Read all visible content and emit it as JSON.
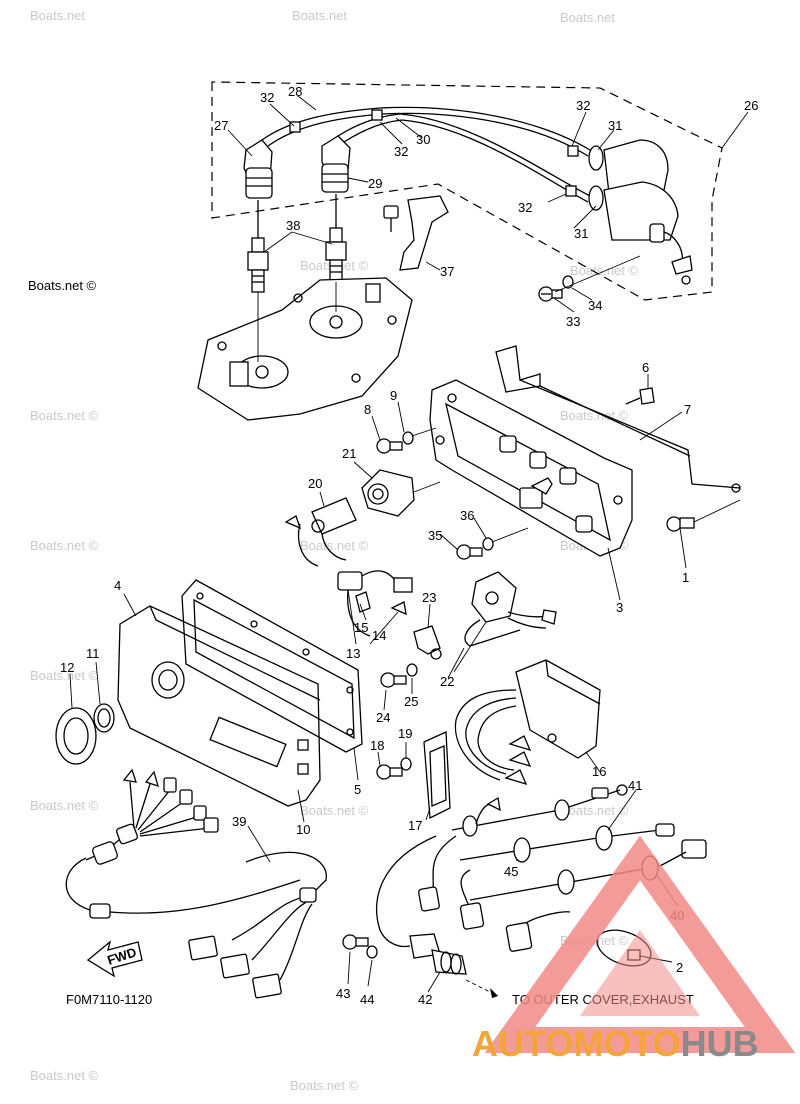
{
  "watermarks": [
    "Boats.net",
    "Boats.net",
    "Boats.net",
    "Boats.net ©",
    "Boats.net ©",
    "Boats.net ©",
    "Boats.net ©",
    "Boats.net ©",
    "Boats.net ©",
    "Boats.net ©",
    "Boats.net ©",
    "Boats.net ©",
    "Boats.net ©",
    "Boats.net ©",
    "Boats.net ©",
    "Boats.net ©",
    "Boats.net ©",
    "Boats.net ©"
  ],
  "callouts": [
    "1",
    "2",
    "3",
    "4",
    "5",
    "6",
    "7",
    "8",
    "9",
    "10",
    "11",
    "12",
    "13",
    "14",
    "15",
    "16",
    "17",
    "18",
    "19",
    "20",
    "21",
    "22",
    "23",
    "24",
    "25",
    "26",
    "27",
    "28",
    "29",
    "30",
    "31",
    "31",
    "32",
    "32",
    "32",
    "32",
    "33",
    "34",
    "35",
    "36",
    "37",
    "38",
    "39",
    "40",
    "41",
    "42",
    "43",
    "44",
    "45"
  ],
  "fwd_label": "FWD",
  "diagram_code": "F0M7110-1120",
  "note": "TO OUTER COVER,EXHAUST",
  "brand": {
    "part1": "AUTOMOTO",
    "part2": "HUB"
  },
  "colors": {
    "brand_red": "#f08a86",
    "brand_orange": "#f4a53a",
    "brand_grey": "#8a8a8a",
    "watermark": "#c9c9c9"
  }
}
